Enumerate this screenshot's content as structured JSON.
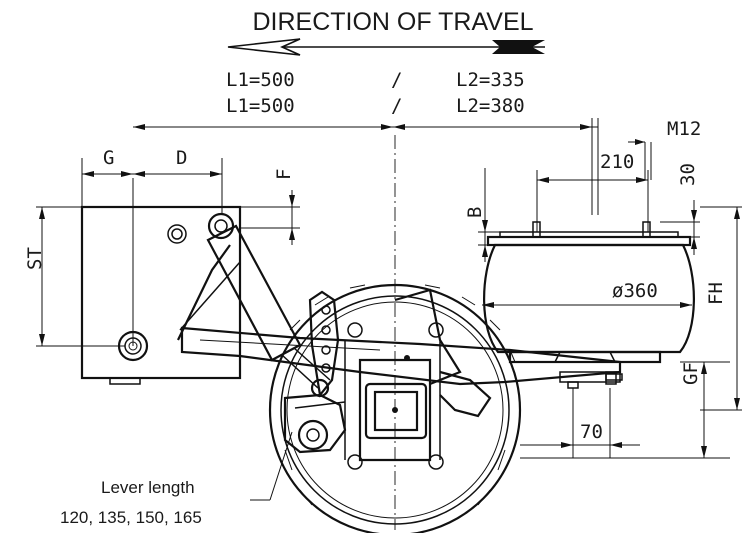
{
  "title": "DIRECTION OF TRAVEL",
  "dimensions": {
    "l1_a": "L1=500",
    "l1_b": "L1=500",
    "slash_a": "/",
    "slash_b": "/",
    "l2_a": "L2=335",
    "l2_b": "L2=380",
    "m12": "M12",
    "g": "G",
    "d": "D",
    "f": "F",
    "st": "ST",
    "b": "B",
    "d210": "210",
    "d30": "30",
    "phi360": "ø360",
    "fh": "FH",
    "gf": "GF",
    "d70": "70"
  },
  "lever_note": {
    "line1": "Lever length",
    "line2": "120, 135, 150, 165"
  },
  "icons": [
    "arrow-left-icon"
  ]
}
